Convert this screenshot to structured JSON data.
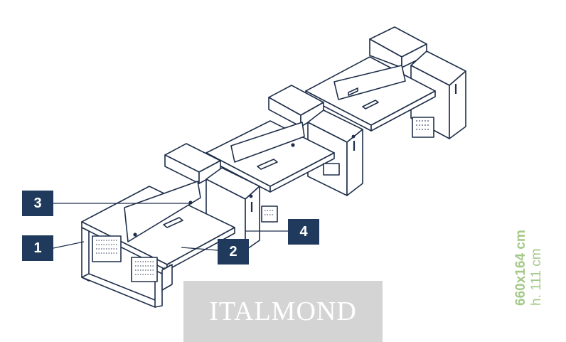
{
  "colors": {
    "line": "#1f2f4a",
    "callout_bg": "#1f3a5c",
    "callout_text": "#ffffff",
    "accent_green": "#a5c98a",
    "watermark_bg": "#d4d4d4",
    "watermark_text": "#ffffff"
  },
  "callouts": [
    {
      "label": "3"
    },
    {
      "label": "1"
    },
    {
      "label": "2"
    },
    {
      "label": "4"
    }
  ],
  "watermark": {
    "text": "ITALMOND"
  },
  "dimensions": {
    "size": "660x164 cm",
    "height": "h. 111 cm"
  }
}
